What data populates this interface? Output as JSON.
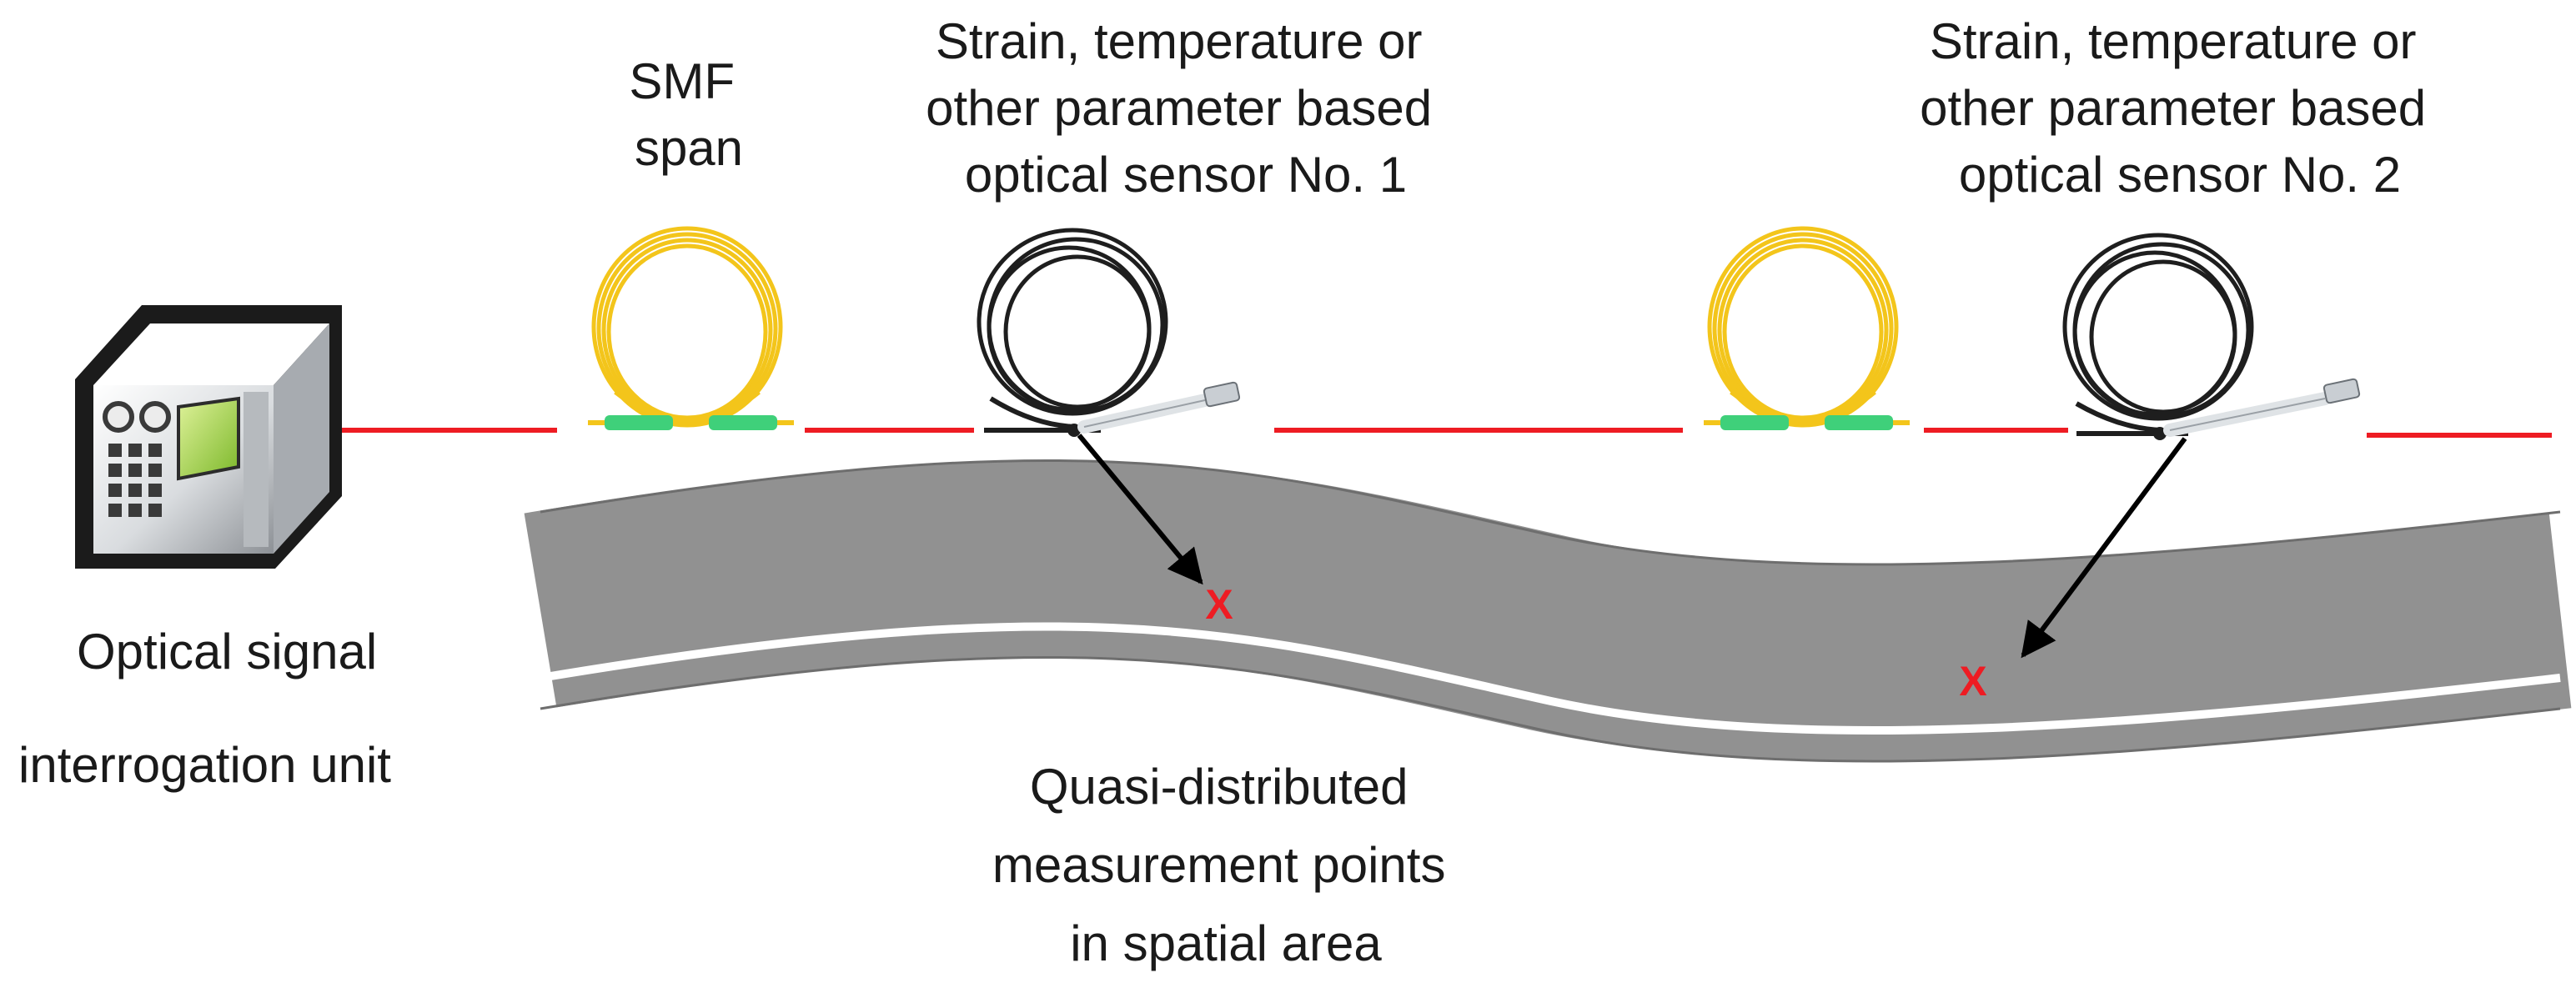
{
  "labels": {
    "smf_span": [
      "SMF",
      "span"
    ],
    "sensor_1": [
      "Strain, temperature or",
      "other parameter based",
      "optical sensor No. 1"
    ],
    "sensor_2": [
      "Strain, temperature or",
      "other parameter based",
      "optical sensor No. 2"
    ],
    "unit": [
      "Optical signal",
      "interrogation unit"
    ],
    "points": [
      "Quasi-distributed",
      "measurement points",
      "in spatial area"
    ]
  },
  "markers": {
    "point_1": "X",
    "point_2": "X"
  },
  "colors": {
    "fiber_link": "#ee1c23",
    "smf_coil": "#f3c51b",
    "smf_connector": "#3fd07a",
    "sensor_coil": "#1e1e1e",
    "sensor_pigtail": "#dfe3e6",
    "structure": "#919191",
    "marker": "#ee1c23",
    "arrow": "#000000"
  },
  "icons": {
    "unit": "interrogation-unit-icon",
    "smf": "smf-coil-icon",
    "sensor": "sensor-coil-icon"
  }
}
